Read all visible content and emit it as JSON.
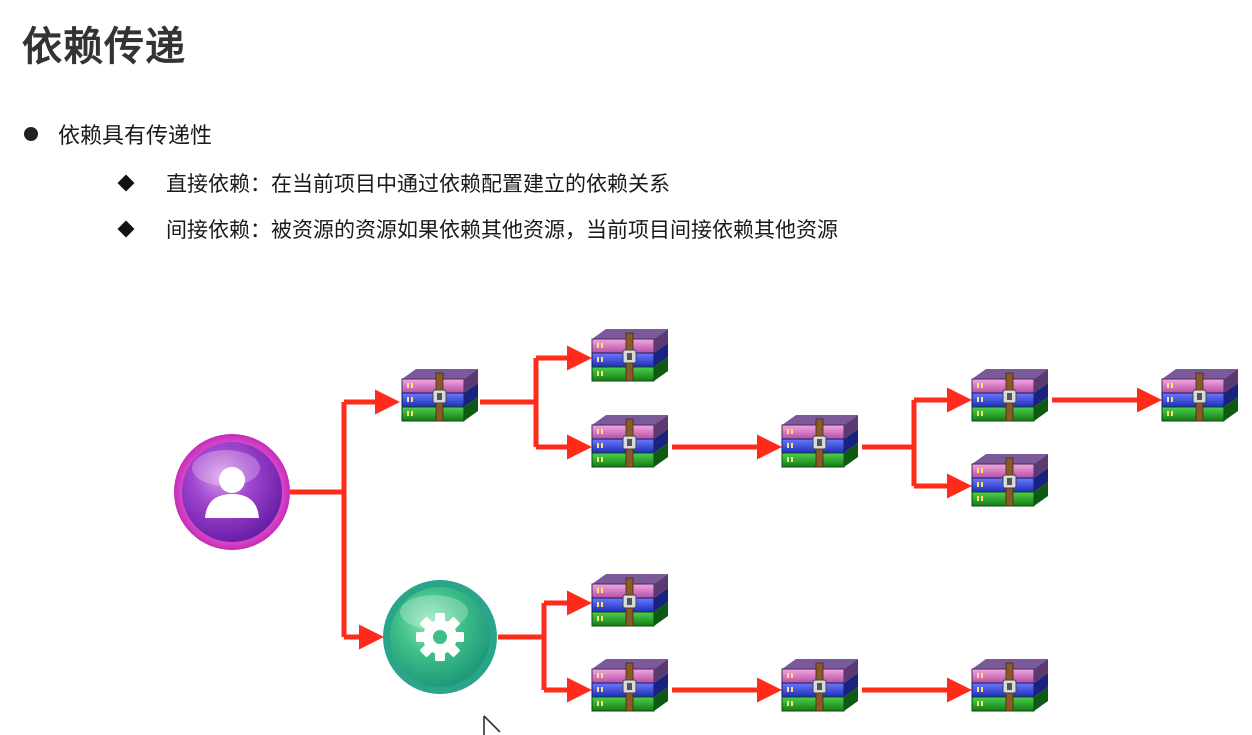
{
  "slide": {
    "title": "依赖传递",
    "bullet": "依赖具有传递性",
    "sub_bullets": [
      "直接依赖：在当前项目中通过依赖配置建立的依赖关系",
      "间接依赖：被资源的资源如果依赖其他资源，当前项目间接依赖其他资源"
    ]
  },
  "diagram": {
    "arrow_color": "#ff2a1a",
    "nodes": [
      {
        "id": "user",
        "icon": "user-icon"
      },
      {
        "id": "module",
        "icon": "gear-icon"
      },
      {
        "id": "a",
        "icon": "archive-icon"
      },
      {
        "id": "a1",
        "icon": "archive-icon"
      },
      {
        "id": "a2",
        "icon": "archive-icon"
      },
      {
        "id": "a2x",
        "icon": "archive-icon"
      },
      {
        "id": "a2x1",
        "icon": "archive-icon"
      },
      {
        "id": "a2x1y",
        "icon": "archive-icon"
      },
      {
        "id": "a2x2",
        "icon": "archive-icon"
      },
      {
        "id": "b1",
        "icon": "archive-icon"
      },
      {
        "id": "b2",
        "icon": "archive-icon"
      },
      {
        "id": "b2x",
        "icon": "archive-icon"
      },
      {
        "id": "b2xy",
        "icon": "archive-icon"
      }
    ]
  }
}
